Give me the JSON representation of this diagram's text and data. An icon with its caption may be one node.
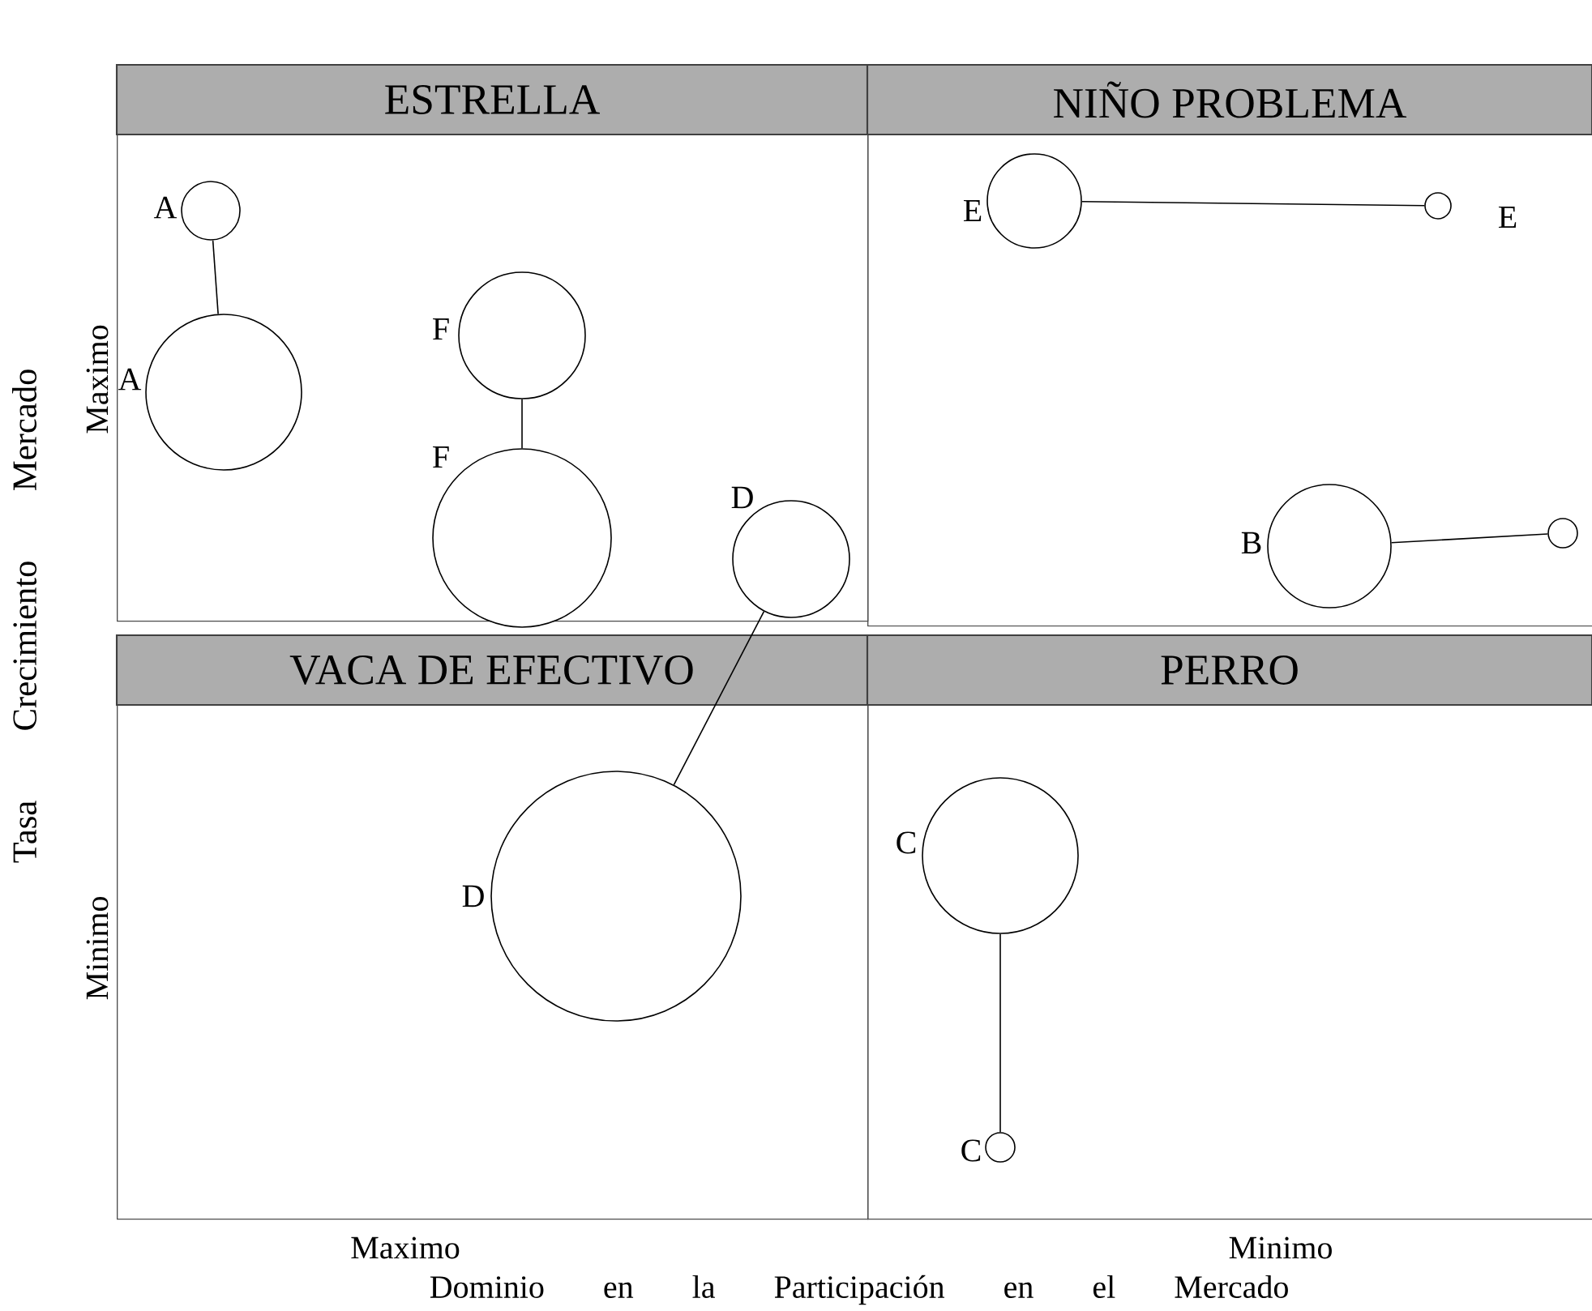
{
  "diagram": {
    "nodes": [
      {
        "text": [
          "ESTRELLA"
        ]
      },
      {
        "text": [
          "NIÑO PROBLEMA"
        ]
      },
      {
        "text": [
          "VACA DE EFECTIVO"
        ]
      },
      {
        "text": [
          "PERRO"
        ]
      },
      {
        "text": [],
        "shape": "circle",
        "in": 0,
        "beside": [
          "A"
        ]
      },
      {
        "text": [],
        "shape": "circle",
        "in": 0,
        "beside": [
          "A"
        ]
      },
      {
        "text": [],
        "shape": "circle",
        "in": 0,
        "beside": [
          "F"
        ]
      },
      {
        "text": [],
        "shape": "circle",
        "in": 0,
        "beside": [
          "F"
        ]
      },
      {
        "text": [],
        "shape": "circle",
        "in": 0,
        "beside": [
          "D"
        ]
      },
      {
        "text": [],
        "shape": "circle",
        "in": 1,
        "beside": [
          "E"
        ]
      },
      {
        "text": [],
        "shape": "circle",
        "in": 1,
        "beside": [
          "E"
        ]
      },
      {
        "text": [],
        "shape": "circle",
        "in": 1,
        "beside": [
          "B"
        ]
      },
      {
        "text": [],
        "shape": "circle",
        "in": 1
      },
      {
        "text": [],
        "shape": "circle",
        "in": 2,
        "beside": [
          "D"
        ]
      },
      {
        "text": [],
        "shape": "circle",
        "in": 3,
        "beside": [
          "C"
        ]
      },
      {
        "text": [],
        "shape": "circle",
        "in": 3,
        "beside": [
          "C"
        ]
      }
    ],
    "edges": [
      {
        "from": 4,
        "to": 5,
        "arrow": "none"
      },
      {
        "from": 6,
        "to": 7,
        "arrow": "none"
      },
      {
        "from": 8,
        "to": 13,
        "arrow": "none"
      },
      {
        "from": 9,
        "to": 10,
        "arrow": "none"
      },
      {
        "from": 11,
        "to": 12,
        "arrow": "none"
      },
      {
        "from": 14,
        "to": 15,
        "arrow": "none"
      }
    ],
    "labels": [
      "Tasa Crecimiento Mercado",
      "Maximo",
      "Minimo",
      "Maximo",
      "Minimo",
      "Dominio en la Participación en el Mercado"
    ]
  }
}
